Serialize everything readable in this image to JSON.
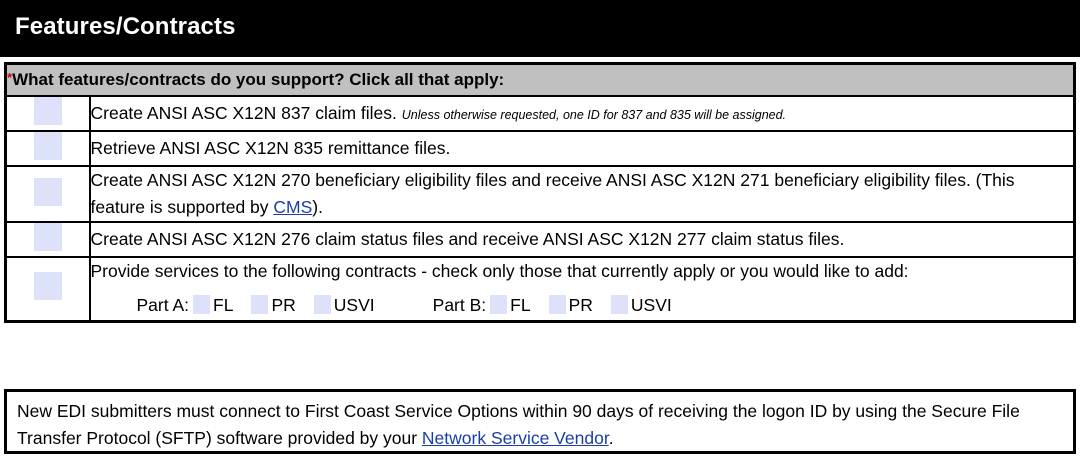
{
  "header": {
    "title": "Features/Contracts"
  },
  "question": {
    "required_marker": "*",
    "text": "What features/contracts do you support? Click all that apply:"
  },
  "rows": [
    {
      "checkbox_name": "checkbox-create-837",
      "text": "Create ANSI ASC X12N 837 claim files.",
      "note": "Unless otherwise requested, one ID for 837 and 835 will be assigned."
    },
    {
      "checkbox_name": "checkbox-retrieve-835",
      "text": "Retrieve ANSI ASC X12N 835 remittance files."
    },
    {
      "checkbox_name": "checkbox-create-270-271",
      "text_before_link": "Create ANSI ASC X12N 270 beneficiary eligibility files and receive ANSI ASC X12N 271 beneficiary eligibility files. (This feature is supported by ",
      "link_text": "CMS",
      "text_after_link": ")."
    },
    {
      "checkbox_name": "checkbox-create-276-277",
      "text": "Create ANSI ASC X12N 276 claim status files and receive ANSI ASC X12N 277 claim status files."
    },
    {
      "checkbox_name": "checkbox-provide-services",
      "text": "Provide services to the following contracts - check only those that currently apply or you would like to add:"
    }
  ],
  "contracts": {
    "part_a_label": "Part A:",
    "part_b_label": "Part B:",
    "options": [
      "FL",
      "PR",
      "USVI"
    ]
  },
  "footer": {
    "text_before_link": "New EDI submitters must connect to First Coast Service Options within 90 days of receiving the logon ID by using the Secure File Transfer Protocol (SFTP) software provided by your ",
    "link_text": "Network Service Vendor",
    "text_after_link": "."
  },
  "colors": {
    "title_bar_bg": "#000000",
    "title_text": "#ffffff",
    "question_bar_bg": "#c0c0c0",
    "checkbox_fill": "#dde1fa",
    "link": "#1a3fa8",
    "required_marker": "#d00000",
    "border": "#000000"
  }
}
